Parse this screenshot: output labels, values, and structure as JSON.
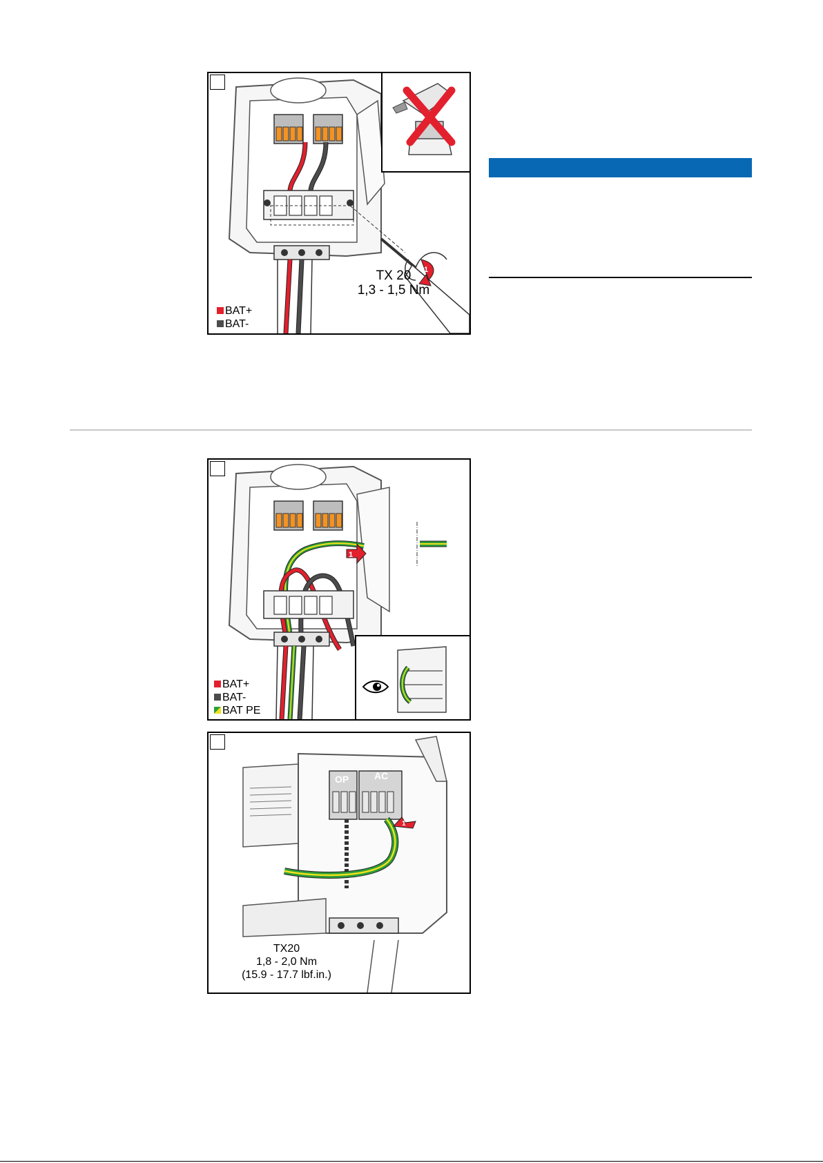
{
  "figure1": {
    "legend": [
      {
        "label": "BAT+",
        "color": "#e3202d"
      },
      {
        "label": "BAT-",
        "color": "#4c4c4c"
      }
    ],
    "tool": "TX 20",
    "torque": "1,3 - 1,5 Nm",
    "callout_step": "1",
    "inset_icon": "no-power-drill-icon"
  },
  "figure2": {
    "legend": [
      {
        "label": "BAT+",
        "color": "#e3202d"
      },
      {
        "label": "BAT-",
        "color": "#4c4c4c"
      },
      {
        "label": "BAT PE",
        "color": "#2e9e3c",
        "color2": "#f2e21a"
      }
    ],
    "callout_step": "1",
    "inset_icon": "eye-icon"
  },
  "figure3": {
    "terminal_labels": [
      "OP",
      "AC"
    ],
    "tool": "TX20",
    "torque_metric": "1,8 - 2,0 Nm",
    "torque_imperial": "(15.9 - 17.7 lbf.in.)",
    "callout_step": "1"
  },
  "colors": {
    "note_bar": "#0868b4",
    "wire_red": "#e3202d",
    "wire_black": "#3a3a3a",
    "wire_green": "#2e9e3c",
    "wire_yellow": "#f2e21a",
    "terminal_orange": "#f39323"
  }
}
